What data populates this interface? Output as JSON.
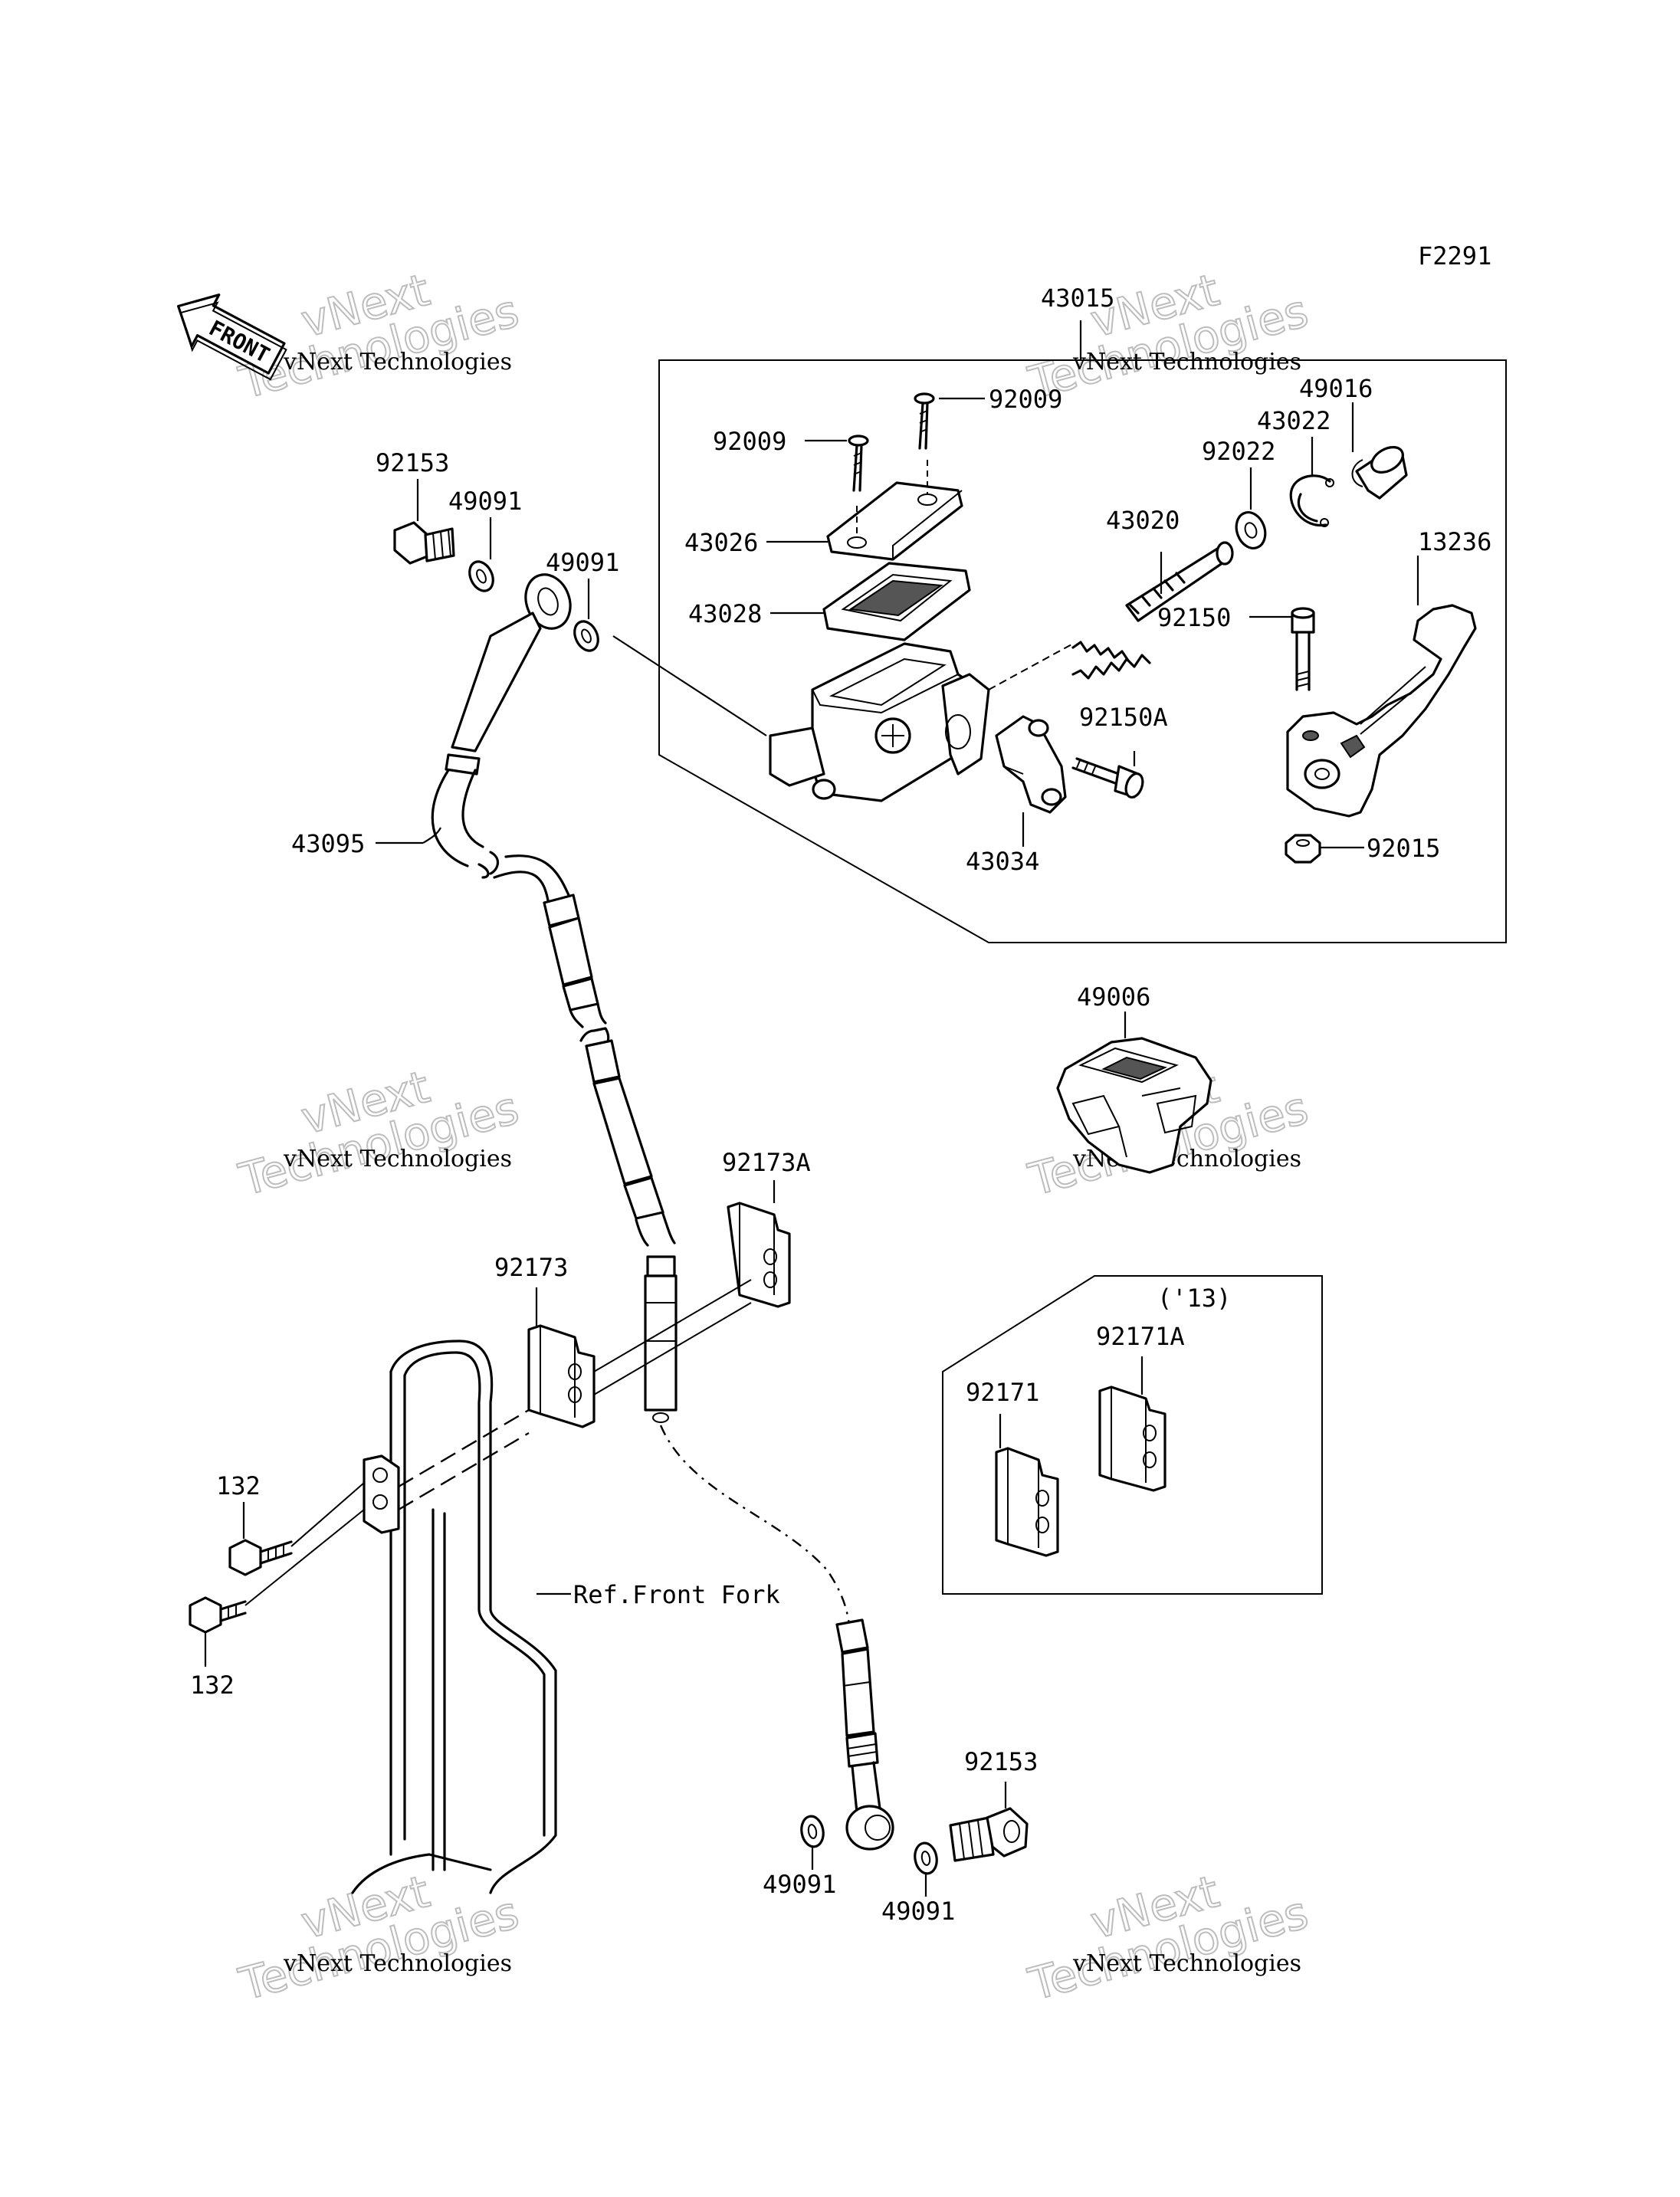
{
  "figure_code": "F2291",
  "front_arrow": "FRONT",
  "watermark": {
    "line1": "vNext",
    "line2": "vNext Technologies",
    "line3": "Technologies"
  },
  "reference_label": "Ref.Front Fork",
  "variant_box_label": "('13)",
  "parts": {
    "p43015": "43015",
    "p92009a": "92009",
    "p92009b": "92009",
    "p43026": "43026",
    "p43028": "43028",
    "p43020": "43020",
    "p49016": "49016",
    "p43022": "43022",
    "p92022": "92022",
    "p13236": "13236",
    "p92150": "92150",
    "p92150A": "92150A",
    "p43034": "43034",
    "p92015": "92015",
    "p92153a": "92153",
    "p49091a": "49091",
    "p49091b": "49091",
    "p43095": "43095",
    "p49006": "49006",
    "p92173A": "92173A",
    "p92173": "92173",
    "p92171": "92171",
    "p92171A": "92171A",
    "p132a": "132",
    "p132b": "132",
    "p92153b": "92153",
    "p49091c": "49091",
    "p49091d": "49091"
  }
}
